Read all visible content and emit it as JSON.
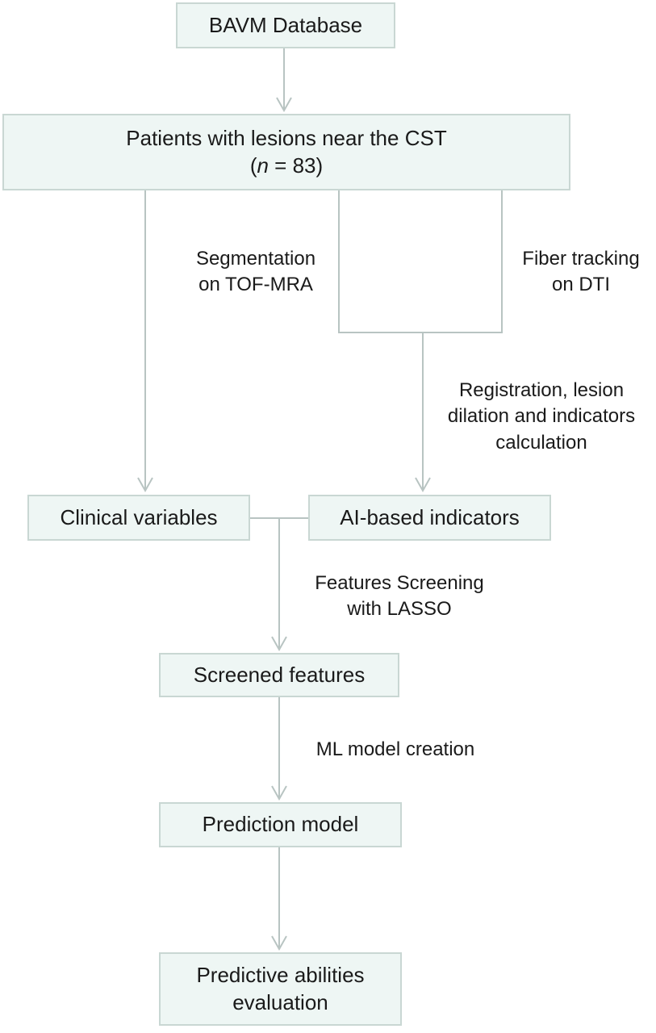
{
  "boxes": {
    "database": "BAVM Database",
    "patients": {
      "line1": "Patients with lesions near the CST",
      "n_open": "(",
      "n_var": "n",
      "n_value": " = 83)"
    },
    "clinical": "Clinical variables",
    "ai_indicators": "AI-based indicators",
    "screened": "Screened features",
    "prediction": "Prediction model",
    "evaluation": {
      "line1": "Predictive abilities",
      "line2": "evaluation"
    }
  },
  "labels": {
    "segmentation": {
      "line1": "Segmentation",
      "line2": "on TOF-MRA"
    },
    "fiber": {
      "line1": "Fiber tracking",
      "line2": "on DTI"
    },
    "registration": {
      "line1": "Registration, lesion",
      "line2": "dilation and indicators",
      "line3": "calculation"
    },
    "lasso": {
      "line1": "Features Screening",
      "line2": "with LASSO"
    },
    "ml": "ML model creation"
  },
  "colors": {
    "box_fill": "#eef6f4",
    "box_border": "#c9d7d3",
    "connector": "#b8c4c2",
    "text": "#1a1a1a"
  }
}
